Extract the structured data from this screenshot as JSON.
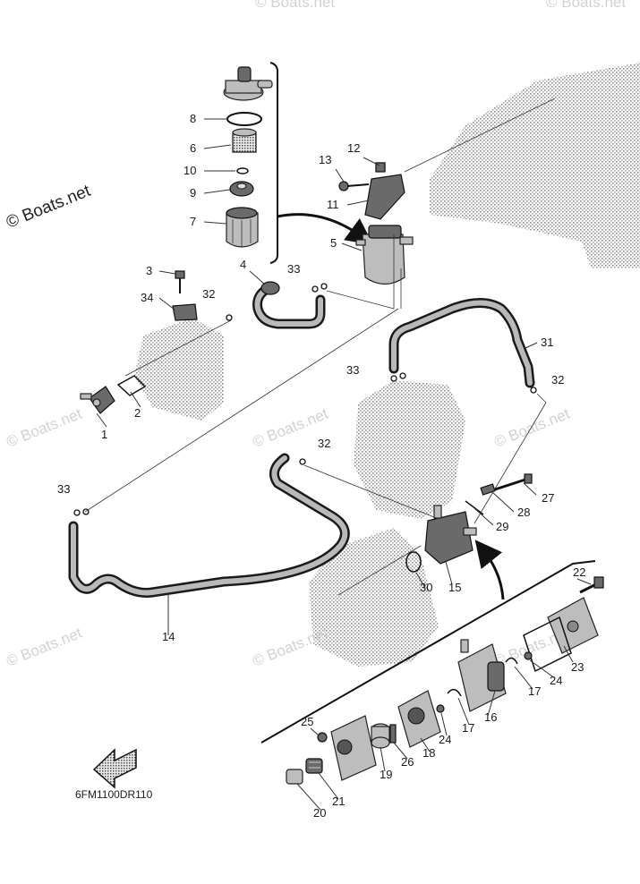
{
  "watermarks": {
    "main": "© Boats.net",
    "faint": "© Boats.net"
  },
  "diagram_code": "6FM1100DR110",
  "callouts": {
    "c1": "1",
    "c2": "2",
    "c3": "3",
    "c4": "4",
    "c5": "5",
    "c6": "6",
    "c7": "7",
    "c8": "8",
    "c9": "9",
    "c10": "10",
    "c11": "11",
    "c12": "12",
    "c13": "13",
    "c14": "14",
    "c15": "15",
    "c16": "16",
    "c17a": "17",
    "c17b": "17",
    "c18": "18",
    "c19": "19",
    "c20": "20",
    "c21": "21",
    "c22": "22",
    "c23": "23",
    "c24a": "24",
    "c24b": "24",
    "c25": "25",
    "c26": "26",
    "c27": "27",
    "c28": "28",
    "c29": "29",
    "c30": "30",
    "c31": "31",
    "c32a": "32",
    "c32b": "32",
    "c32c": "32",
    "c33a": "33",
    "c33b": "33",
    "c33c": "33",
    "c34": "34"
  },
  "colors": {
    "ink": "#1a1a1a",
    "hose_fill": "#b9b9b9",
    "watermark": "#d2d2d2"
  },
  "icons": {
    "front_arrow": "front-direction-arrow-icon"
  }
}
